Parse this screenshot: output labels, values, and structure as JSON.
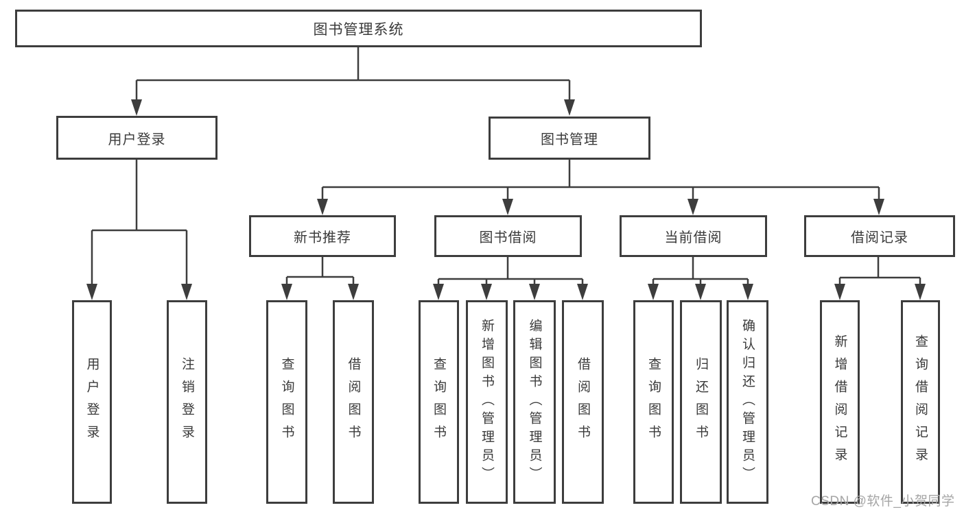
{
  "diagram": {
    "root": {
      "label": "图书管理系统"
    },
    "level2": [
      {
        "label": "用户登录"
      },
      {
        "label": "图书管理"
      }
    ],
    "level3": [
      {
        "label": "新书推荐"
      },
      {
        "label": "图书借阅"
      },
      {
        "label": "当前借阅"
      },
      {
        "label": "借阅记录"
      }
    ],
    "leaves": [
      {
        "label": "用户登录"
      },
      {
        "label": "注销登录"
      },
      {
        "label": "查询图书"
      },
      {
        "label": "借阅图书"
      },
      {
        "label": "查询图书"
      },
      {
        "label": "新增图书（管理员）"
      },
      {
        "label": "编辑图书（管理员）"
      },
      {
        "label": "借阅图书"
      },
      {
        "label": "查询图书"
      },
      {
        "label": "归还图书"
      },
      {
        "label": "确认归还（管理员）"
      },
      {
        "label": "新增借阅记录"
      },
      {
        "label": "查询借阅记录"
      }
    ],
    "watermark": "CSDN @软件_小贺同学",
    "colors": {
      "line": "#3d3d3d",
      "text": "#3a3a3a",
      "background": "#ffffff",
      "watermark": "#a5a5a5"
    }
  }
}
